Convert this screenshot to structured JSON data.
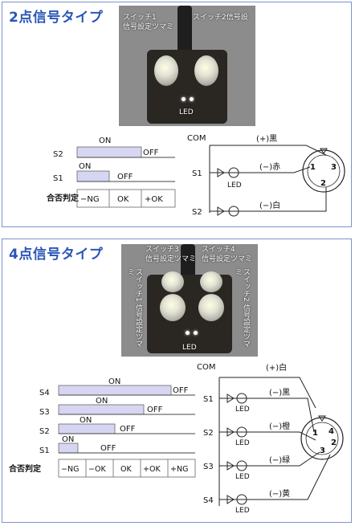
{
  "type2": {
    "title": "2点信号タイプ",
    "photo": {
      "sw1_line1": "スイッチ1",
      "sw1_line2": "信号設定ツマミ",
      "sw2_line1": "スイッチ2信号設",
      "led": "LED"
    },
    "timing": {
      "rows": [
        "S2",
        "S1"
      ],
      "on": "ON",
      "off": "OFF",
      "judge_label": "合否判定",
      "judge": [
        "−NG",
        "OK",
        "+OK"
      ]
    },
    "wiring": {
      "com": "COM",
      "black": "(+)黒",
      "red": "(−)赤",
      "white": "(−)白",
      "s1": "S1",
      "s2": "S2",
      "led": "LED",
      "pins": [
        "1",
        "3",
        "2"
      ]
    }
  },
  "type4": {
    "title": "4点信号タイプ",
    "photo": {
      "sw3_line1": "スイッチ3",
      "sw3_line2": "信号設定ツマミ",
      "sw4_line1": "スイッチ4",
      "sw4_line2": "信号設定ツマミ",
      "sw1_vert": "スイッチ1 信号設定ツマミ",
      "sw2_vert": "スイッチ2 信号設定ツマミ",
      "led": "LED"
    },
    "timing": {
      "rows": [
        "S4",
        "S3",
        "S2",
        "S1"
      ],
      "on": "ON",
      "off": "OFF",
      "judge_label": "合否判定",
      "judge": [
        "−NG",
        "−OK",
        "OK",
        "+OK",
        "+NG"
      ]
    },
    "wiring": {
      "com": "COM",
      "white": "(+)白",
      "black": "(−)黒",
      "orange": "(−)橙",
      "green": "(−)緑",
      "yellow": "(−)黄",
      "s1": "S1",
      "s2": "S2",
      "s3": "S3",
      "s4": "S4",
      "led": "LED",
      "pins": [
        "1",
        "4",
        "2",
        "3"
      ]
    }
  },
  "colors": {
    "title_blue": "#2a56b8",
    "bar_fill": "#d6d6f3",
    "border": "#7d93c8"
  }
}
